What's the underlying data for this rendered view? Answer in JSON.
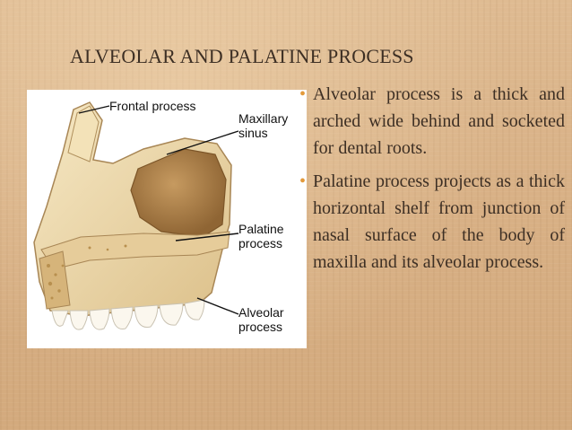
{
  "slide": {
    "title": "ALVEOLAR AND PALATINE PROCESS",
    "figure": {
      "labels": {
        "frontal": "Frontal process",
        "maxillary": "Maxillary\nsinus",
        "palatine": "Palatine\nprocess",
        "alveolar": "Alveolar\nprocess"
      }
    },
    "bullets": [
      "Alveolar process is a thick and arched wide behind and socketed for dental roots.",
      "Palatine process projects as a thick horizontal shelf from junction of nasal surface of the body of maxilla and its alveolar process."
    ],
    "colors": {
      "background": "#d9b48a",
      "text": "#3d2f24",
      "bullet": "#e39a3b",
      "bone": "#efdcb0"
    }
  }
}
